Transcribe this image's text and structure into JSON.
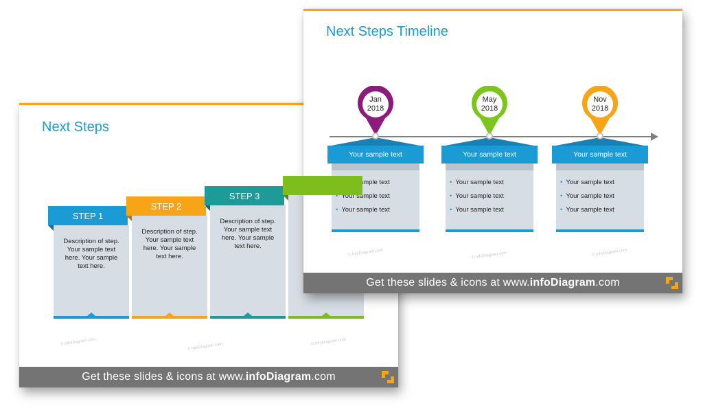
{
  "colors": {
    "accent_orange": "#f7a416",
    "title_blue": "#1a9bd6",
    "footer_gray": "#747474",
    "box_gray": "#d6dde4"
  },
  "watermark": "© infoDiagram.com",
  "footer": {
    "prefix": "Get these slides & icons at www.",
    "brand": "infoDiagram",
    "suffix": ".com",
    "logo_icon": "infodiagram-logo-icon"
  },
  "back_slide": {
    "title": "Next Steps",
    "steps": [
      {
        "label": "STEP 1",
        "description": "Description of step. Your sample text here. Your sample text here.",
        "color": "#1a9bd6",
        "dark": "#0f6e9c"
      },
      {
        "label": "STEP 2",
        "description": "Description of step. Your sample text here. Your sample text here.",
        "color": "#f7a416",
        "dark": "#b97808"
      },
      {
        "label": "STEP 3",
        "description": "Description of step. Your sample text here. Your sample text here.",
        "color": "#1e9b98",
        "dark": "#136a68"
      },
      {
        "label": "",
        "description": "",
        "color": "#7dbd1e",
        "dark": "#568414"
      }
    ]
  },
  "front_slide": {
    "title": "Next Steps Timeline",
    "milestones": [
      {
        "date_line1": "Jan",
        "date_line2": "2018",
        "color": "#8b1c7c",
        "header": "Your sample text",
        "bullets": [
          "Your sample text",
          "Your sample text",
          "Your sample text"
        ]
      },
      {
        "date_line1": "May",
        "date_line2": "2018",
        "color": "#7dc41d",
        "header": "Your sample text",
        "bullets": [
          "Your sample text",
          "Your sample text",
          "Your sample text"
        ]
      },
      {
        "date_line1": "Nov",
        "date_line2": "2018",
        "color": "#f7a416",
        "header": "Your sample text",
        "bullets": [
          "Your sample text",
          "Your sample text",
          "Your sample text"
        ]
      }
    ]
  }
}
